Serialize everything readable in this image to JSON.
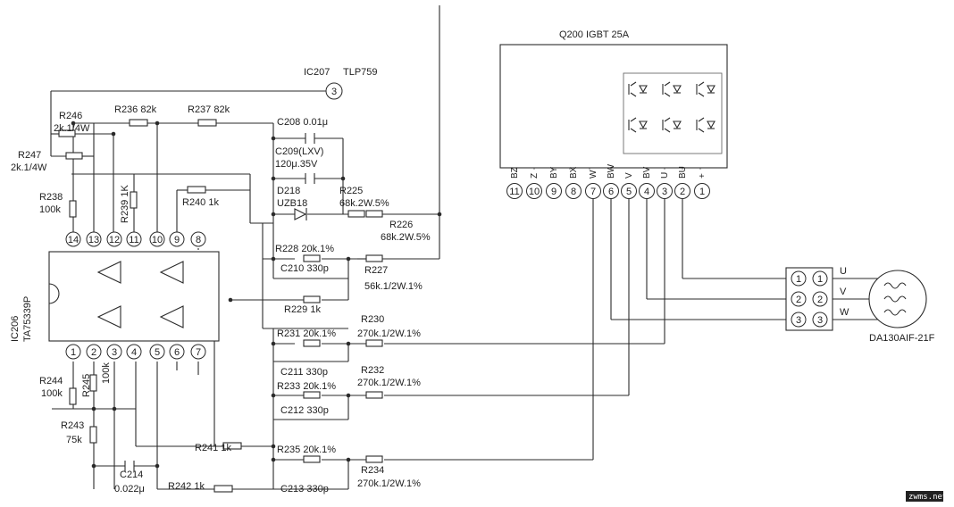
{
  "ic207": {
    "ref": "IC207",
    "part": "TLP759",
    "pin": "3"
  },
  "ic206": {
    "ref": "IC206",
    "part": "TA75339P",
    "top_pins": [
      "14",
      "13",
      "12",
      "11",
      "10",
      "9",
      "8"
    ],
    "bottom_pins": [
      "1",
      "2",
      "3",
      "4",
      "5",
      "6",
      "7"
    ]
  },
  "q200": {
    "label": "Q200 IGBT 25A",
    "pin_labels": [
      "BZ",
      "Z",
      "BY",
      "BX",
      "W",
      "BW",
      "V",
      "BV",
      "U",
      "BU",
      "+"
    ],
    "pin_numbers": [
      "11",
      "10",
      "9",
      "8",
      "7",
      "6",
      "5",
      "4",
      "3",
      "2",
      "1"
    ]
  },
  "motor": {
    "label": "DA130AIF-21F",
    "phases": [
      "U",
      "V",
      "W"
    ],
    "pins": [
      "1",
      "2",
      "3"
    ]
  },
  "components": {
    "r246": [
      "R246",
      "2k.1/4W"
    ],
    "r247": [
      "R247",
      "2k.1/4W"
    ],
    "r236": "R236 82k",
    "r237": "R237 82k",
    "r238": [
      "R238",
      "100k"
    ],
    "r239": "R239 1K",
    "r240": "R240 1k",
    "c208": "C208 0.01μ",
    "c209": [
      "C209(LXV)",
      "120μ.35V"
    ],
    "d218": [
      "D218",
      "UZB18"
    ],
    "r225": [
      "R225",
      "68k.2W.5%"
    ],
    "r226": [
      "R226",
      "68k.2W.5%"
    ],
    "r228": "R228 20k.1%",
    "c210": "C210 330p",
    "r227": [
      "R227",
      "56k.1/2W.1%"
    ],
    "r229": "R229 1k",
    "r230": [
      "R230",
      "270k.1/2W.1%"
    ],
    "r231": "R231 20k.1%",
    "c211": "C211 330p",
    "r232": [
      "R232",
      "270k.1/2W.1%"
    ],
    "r233": "R233 20k.1%",
    "c212": "C212 330p",
    "r241": "R241 1k",
    "r235": "R235 20k.1%",
    "r234": [
      "R234",
      "270k.1/2W.1%"
    ],
    "c213": "C213 330p",
    "r244": [
      "R244",
      "100k"
    ],
    "r245": [
      "R245",
      "100k"
    ],
    "r243": [
      "R243",
      "75k"
    ],
    "c214": [
      "C214",
      "0.022μ"
    ],
    "r242": "R242 1k"
  },
  "watermark": "zwms.net"
}
